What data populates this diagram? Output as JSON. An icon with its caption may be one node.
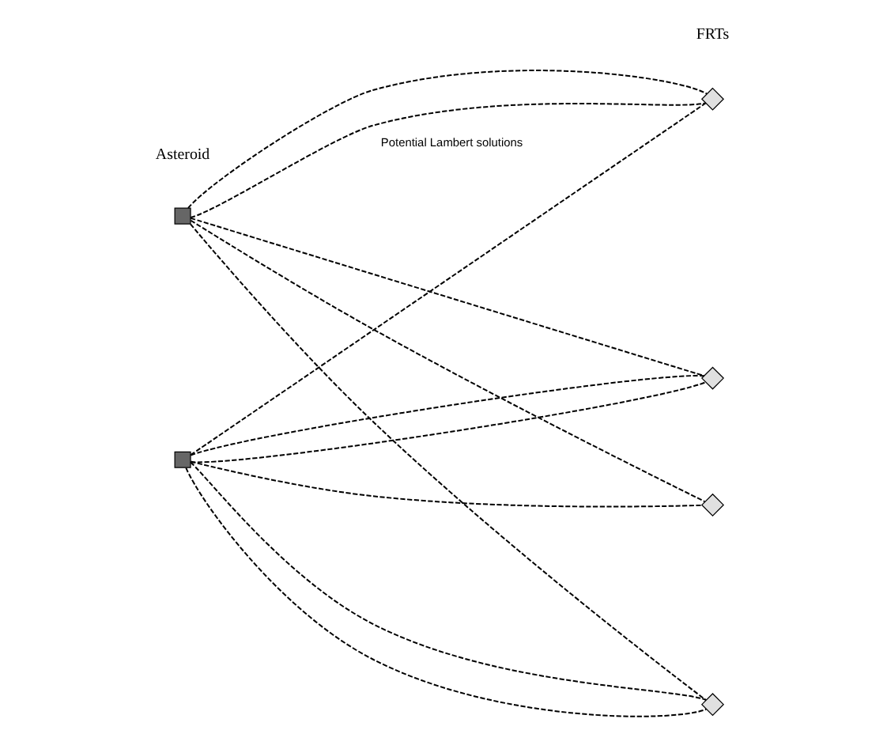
{
  "diagram": {
    "nodes": [
      {
        "text": [],
        "shape": "box"
      },
      {
        "text": [],
        "shape": "box"
      },
      {
        "text": [],
        "shape": "diamond"
      },
      {
        "text": [],
        "shape": "diamond"
      },
      {
        "text": [],
        "shape": "diamond"
      },
      {
        "text": [],
        "shape": "diamond"
      }
    ],
    "edges": [
      {
        "from": 0,
        "to": 2,
        "arrow": "none",
        "style": "dashed"
      },
      {
        "from": 0,
        "to": 2,
        "arrow": "none",
        "style": "dashed"
      },
      {
        "from": 0,
        "to": 4,
        "arrow": "none",
        "style": "dashed"
      },
      {
        "from": 0,
        "to": 3,
        "arrow": "none",
        "style": "dashed"
      },
      {
        "from": 0,
        "to": 5,
        "arrow": "none",
        "style": "dashed"
      },
      {
        "from": 1,
        "to": 2,
        "arrow": "none",
        "style": "dashed"
      },
      {
        "from": 1,
        "to": 3,
        "arrow": "none",
        "style": "dashed"
      },
      {
        "from": 1,
        "to": 4,
        "arrow": "none",
        "style": "dashed"
      },
      {
        "from": 1,
        "to": 5,
        "arrow": "none",
        "style": "dashed"
      },
      {
        "from": 1,
        "to": 3,
        "arrow": "none",
        "style": "dashed"
      },
      {
        "from": 1,
        "to": 5,
        "arrow": "none",
        "style": "dashed"
      }
    ],
    "labels": [
      "FRTs",
      "Potential Lambert solutions",
      "Asteroid"
    ]
  }
}
